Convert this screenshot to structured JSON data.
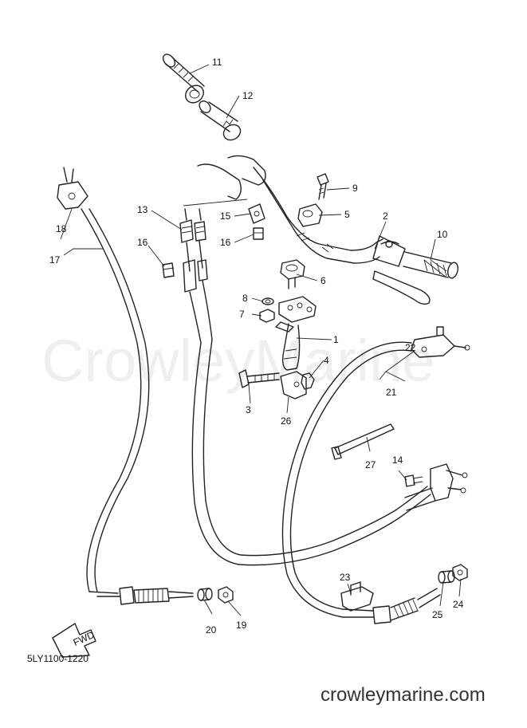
{
  "diagram": {
    "drawing_code": "5LY1100-1220",
    "watermark_text": "CrowleyMarine",
    "site_text": "crowleymarine.com",
    "fwd_badge": "FWD"
  },
  "callouts": {
    "n1": "1",
    "n2": "2",
    "n3": "3",
    "n4": "4",
    "n5": "5",
    "n6": "6",
    "n7": "7",
    "n8": "8",
    "n9": "9",
    "n10": "10",
    "n11": "11",
    "n12": "12",
    "n13": "13",
    "n14": "14",
    "n15": "15",
    "n16a": "16",
    "n16b": "16",
    "n17": "17",
    "n18": "18",
    "n19": "19",
    "n20": "20",
    "n21": "21",
    "n22": "22",
    "n23": "23",
    "n24": "24",
    "n25": "25",
    "n26": "26",
    "n27": "27"
  }
}
